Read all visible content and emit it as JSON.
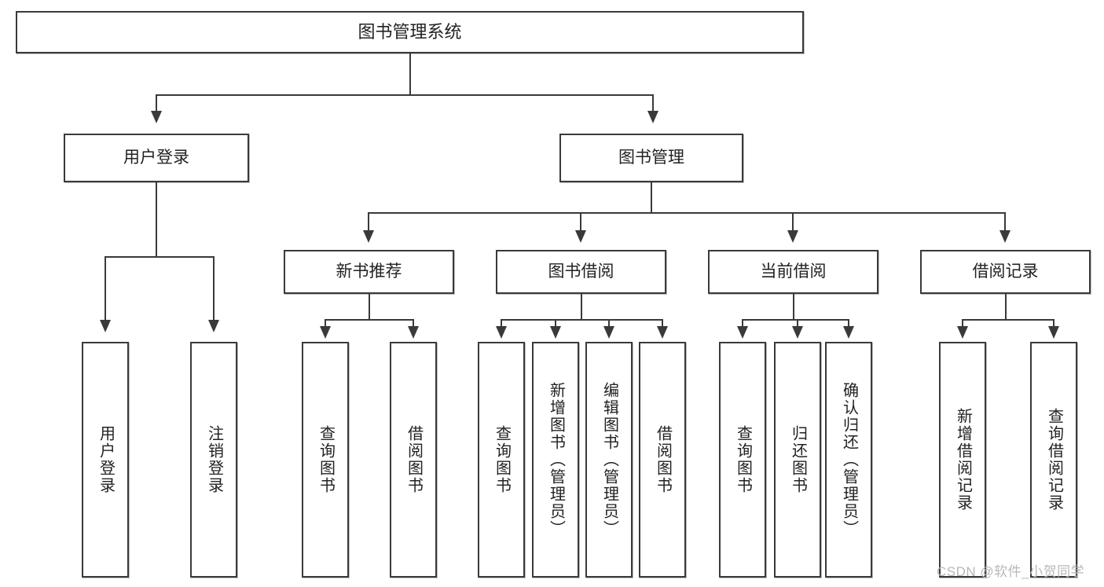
{
  "diagram": {
    "title": "图书管理系统",
    "root": {
      "label": "图书管理系统"
    },
    "level1": [
      {
        "label": "用户登录"
      },
      {
        "label": "图书管理"
      }
    ],
    "level2": [
      {
        "label": "新书推荐"
      },
      {
        "label": "图书借阅"
      },
      {
        "label": "当前借阅"
      },
      {
        "label": "借阅记录"
      }
    ],
    "leaves": {
      "user_login": [
        {
          "label": "用户登录"
        },
        {
          "label": "注销登录"
        }
      ],
      "new_book_recommend": [
        {
          "label": "查询图书"
        },
        {
          "label": "借阅图书"
        }
      ],
      "book_borrow": [
        {
          "label": "查询图书"
        },
        {
          "label": "新增图书（管理员）"
        },
        {
          "label": "编辑图书（管理员）"
        },
        {
          "label": "借阅图书"
        }
      ],
      "current_borrow": [
        {
          "label": "查询图书"
        },
        {
          "label": "归还图书"
        },
        {
          "label": "确认归还（管理员）"
        }
      ],
      "borrow_record": [
        {
          "label": "新增借阅记录"
        },
        {
          "label": "查询借阅记录"
        }
      ]
    }
  },
  "watermark": {
    "text": "CSDN @软件_小贺同学"
  },
  "colors": {
    "border": "#3a3a3a",
    "text": "#222222",
    "background": "#ffffff",
    "watermark": "#b8b8b8"
  }
}
